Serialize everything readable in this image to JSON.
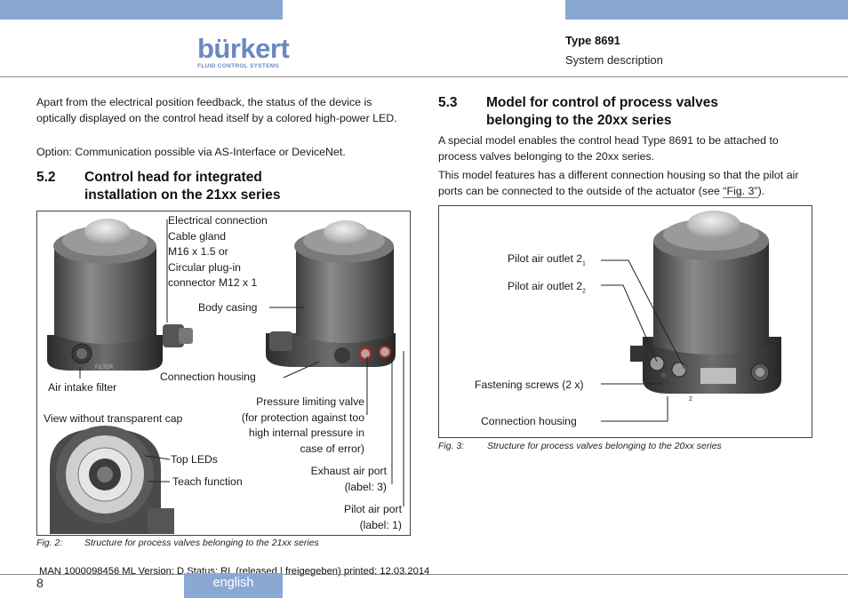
{
  "header": {
    "logo_text": "bürkert",
    "logo_tagline": "FLUID CONTROL SYSTEMS",
    "doc_type": "Type 8691",
    "doc_section": "System description",
    "colors": {
      "band": "#8aa8d4",
      "logo": "#6a89c2"
    }
  },
  "left": {
    "para1": "Apart from the electrical position feedback, the status of the device is optically displayed on the control head itself by a colored high-power LED.",
    "para2": "Option: Communication possible via AS-Interface or DeviceNet.",
    "section_num": "5.2",
    "section_title_l1": "Control head for integrated",
    "section_title_l2": "installation on the 21xx series",
    "figure": {
      "labels": {
        "elec_l1": "Electrical connection",
        "elec_l2": "Cable gland",
        "elec_l3": "M16 x 1.5 or",
        "elec_l4": "Circular plug-in",
        "elec_l5": "connector M12 x 1",
        "body_casing": "Body casing",
        "air_intake": "Air intake filter",
        "conn_housing": "Connection housing",
        "view_without_cap": "View without transparent cap",
        "plv_l1": "Pressure limiting valve",
        "plv_l2": "(for protection against too",
        "plv_l3": "high internal pressure in",
        "plv_l4": "case of error)",
        "top_leds": "Top LEDs",
        "teach": "Teach function",
        "exhaust_l1": "Exhaust air port",
        "exhaust_l2": "(label: 3)",
        "pilot_l1": "Pilot air port",
        "pilot_l2": "(label: 1)",
        "filter_mark": "FILTER"
      },
      "caption_num": "Fig. 2:",
      "caption": "Structure for process valves belonging to the 21xx series"
    }
  },
  "right": {
    "section_num": "5.3",
    "section_title_l1": "Model for control of process valves",
    "section_title_l2": "belonging to the 20xx series",
    "para1": "A special model enables the control head Type 8691 to be attached to process valves belonging to the 20xx series.",
    "para2_a": "This model features has a different connection housing so that the pilot air ports can be connected to the outside of the actuator (see ",
    "para2_link": "“Fig. 3”",
    "para2_b": ").",
    "figure": {
      "labels": {
        "pilot1": "Pilot air outlet 2",
        "pilot1_sub": "1",
        "pilot2": "Pilot air outlet 2",
        "pilot2_sub": "2",
        "fastening": "Fastening screws (2 x)",
        "conn_housing": "Connection housing",
        "port_mark": "2"
      },
      "caption_num": "Fig. 3:",
      "caption": "Structure for process valves belonging to the 20xx series"
    }
  },
  "footer": {
    "print_line": "MAN  1000098456  ML  Version: D Status: RL (released | freigegeben)  printed: 12.03.2014",
    "page_number": "8",
    "language_tab": "english"
  }
}
